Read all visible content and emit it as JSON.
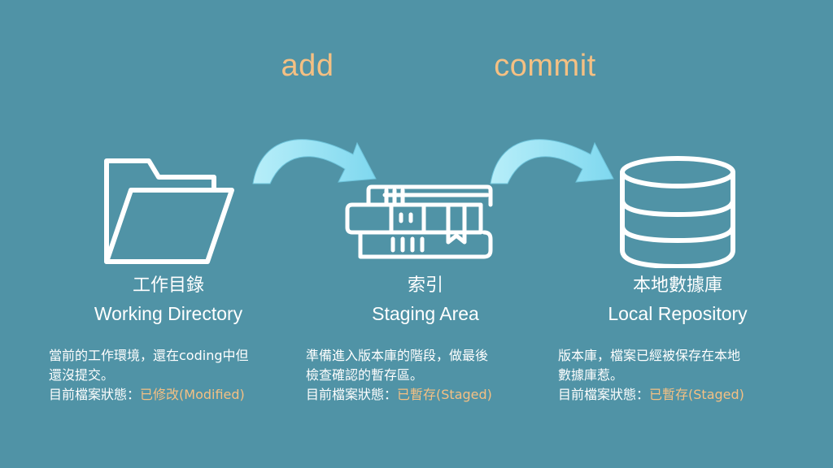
{
  "colors": {
    "background": "#5093a6",
    "accent": "#f5c083",
    "arrow_start": "#b7eef9",
    "arrow_end": "#7fd8ef",
    "text": "#ffffff"
  },
  "arrows": {
    "add": {
      "label": "add"
    },
    "commit": {
      "label": "commit"
    }
  },
  "stages": {
    "working": {
      "icon": "folder-icon",
      "title": "工作目錄",
      "subtitle": "Working Directory",
      "description_line1": "當前的工作環境，還在coding中但",
      "description_line2": "還沒提交。",
      "status_prefix": "目前檔案狀態：",
      "status_value": "已修改(Modified)"
    },
    "staging": {
      "icon": "books-icon",
      "title": "索引",
      "subtitle": "Staging Area",
      "description_line1": "準備進入版本庫的階段，做最後",
      "description_line2": "檢查確認的暫存區。",
      "status_prefix": "目前檔案狀態：",
      "status_value": "已暫存(Staged)"
    },
    "repo": {
      "icon": "database-icon",
      "title": "本地數據庫",
      "subtitle": "Local Repository",
      "description_line1": "版本庫，檔案已經被保存在本地",
      "description_line2": "數據庫惹。",
      "status_prefix": "目前檔案狀態：",
      "status_value": "已暫存(Staged)"
    }
  }
}
